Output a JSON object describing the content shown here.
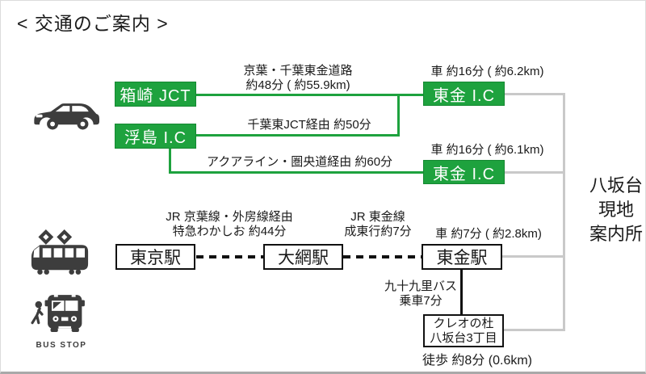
{
  "title": "< 交通のご案内 >",
  "colors": {
    "accent_green": "#1ea23e",
    "line_gray": "#c9c9c9",
    "line_black": "#1a1a1a",
    "icon_gray": "#3d3d3d"
  },
  "icons": [
    "car-icon",
    "tram-icon",
    "bus-stop-icon"
  ],
  "car": {
    "nodes": {
      "hakozaki": "箱崎 JCT",
      "ukishima": "浮島 I.C",
      "togane_ic_a": "東金 I.C",
      "togane_ic_b": "東金 I.C"
    },
    "labels": {
      "keiyo_road_1": "京葉・千葉東金道路",
      "keiyo_road_2": "約48分 ( 約55.9km)",
      "via_chibahigashi": "千葉東JCT経由 約50分",
      "via_aqualine": "アクアライン・圏央道経由 約60分",
      "drive_a": "車 約16分 ( 約6.2km)",
      "drive_b": "車 約16分 ( 約6.1km)"
    }
  },
  "train": {
    "stations": {
      "tokyo": "東京駅",
      "oami": "大網駅",
      "togane": "東金駅"
    },
    "labels": {
      "keiyo_sotobo_1": "JR 京葉線・外房線経由",
      "keiyo_sotobo_2": "特急わかしお 約44分",
      "togane_line_1": "JR 東金線",
      "togane_line_2": "成東行約7分",
      "drive": "車 約7分 ( 約2.8km)"
    }
  },
  "bus": {
    "stop_sign": "BUS STOP",
    "labels": {
      "bus_line_1": "九十九里バス",
      "bus_line_2": "乗車7分",
      "walk": "徒歩 約8分 (0.6km)"
    },
    "stop": {
      "line1": "クレオの杜",
      "line2": "八坂台3丁目"
    }
  },
  "destination": {
    "line1": "八坂台",
    "line2": "現地",
    "line3": "案内所"
  }
}
